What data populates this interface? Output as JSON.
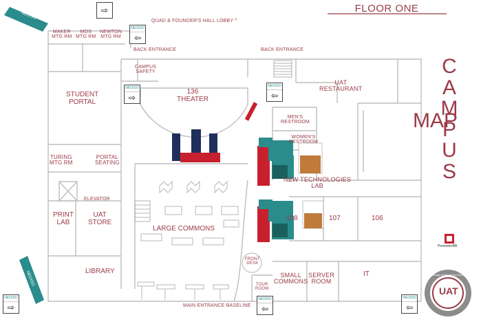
{
  "map": {
    "title": "FLOOR ONE",
    "side_word": [
      "C",
      "A",
      "M",
      "P",
      "U",
      "S",
      "M",
      "A",
      "P"
    ],
    "sponsor": "PerimeterBB",
    "seal_text": "University of Advancing Technology",
    "seal_letters": "UAT"
  },
  "rooms": {
    "quad": "QUAD & FOUNDER'S HALL LOBBY ^",
    "maker": [
      "MAKER",
      "MTG RM"
    ],
    "mos": [
      "MOS",
      "MTG RM"
    ],
    "newton": [
      "NEWTON",
      "MTG RM"
    ],
    "back_left": "BACK ENTRANCE",
    "back_right": "BACK ENTRANCE",
    "campus_safety": [
      "CAMPUS",
      "SAFETY"
    ],
    "student_portal": [
      "STUDENT",
      "PORTAL"
    ],
    "theater": [
      "136",
      "THEATER"
    ],
    "restaurant": [
      "UAT",
      "RESTAURANT"
    ],
    "mens": [
      "MEN'S",
      "RESTROOM"
    ],
    "womens": [
      "WOMEN'S",
      "RESTROOM"
    ],
    "turing": [
      "TURING",
      "MTG RM"
    ],
    "portal_seating": [
      "PORTAL",
      "SEATING"
    ],
    "new_tech": [
      "NEW TECHNOLOGIES",
      "LAB"
    ],
    "elevator": "ELEVATOR",
    "print_lab": [
      "PRINT",
      "LAB"
    ],
    "uat_store": [
      "UAT",
      "STORE"
    ],
    "large_commons": "LARGE COMMONS",
    "r108": "108",
    "r107": "107",
    "r106": "106",
    "front_desk": [
      "FRONT",
      "DESK"
    ],
    "library": "LIBRARY",
    "small_commons": [
      "SMALL",
      "COMMONS"
    ],
    "server_room": [
      "SERVER",
      "ROOM"
    ],
    "it": "IT",
    "tour_room": [
      "TOUR",
      "ROOM"
    ],
    "main_entrance": "MAIN ENTRANCE BASELINE"
  },
  "signs": {
    "brand": "NEOISO",
    "right_arrow": "⇨",
    "left_arrow": "⇦"
  },
  "colors": {
    "label": "#9b3a48",
    "wall": "#bdbdbd",
    "navy": "#1f2f5c",
    "teal": "#2a8c8c",
    "red": "#c8202e"
  }
}
